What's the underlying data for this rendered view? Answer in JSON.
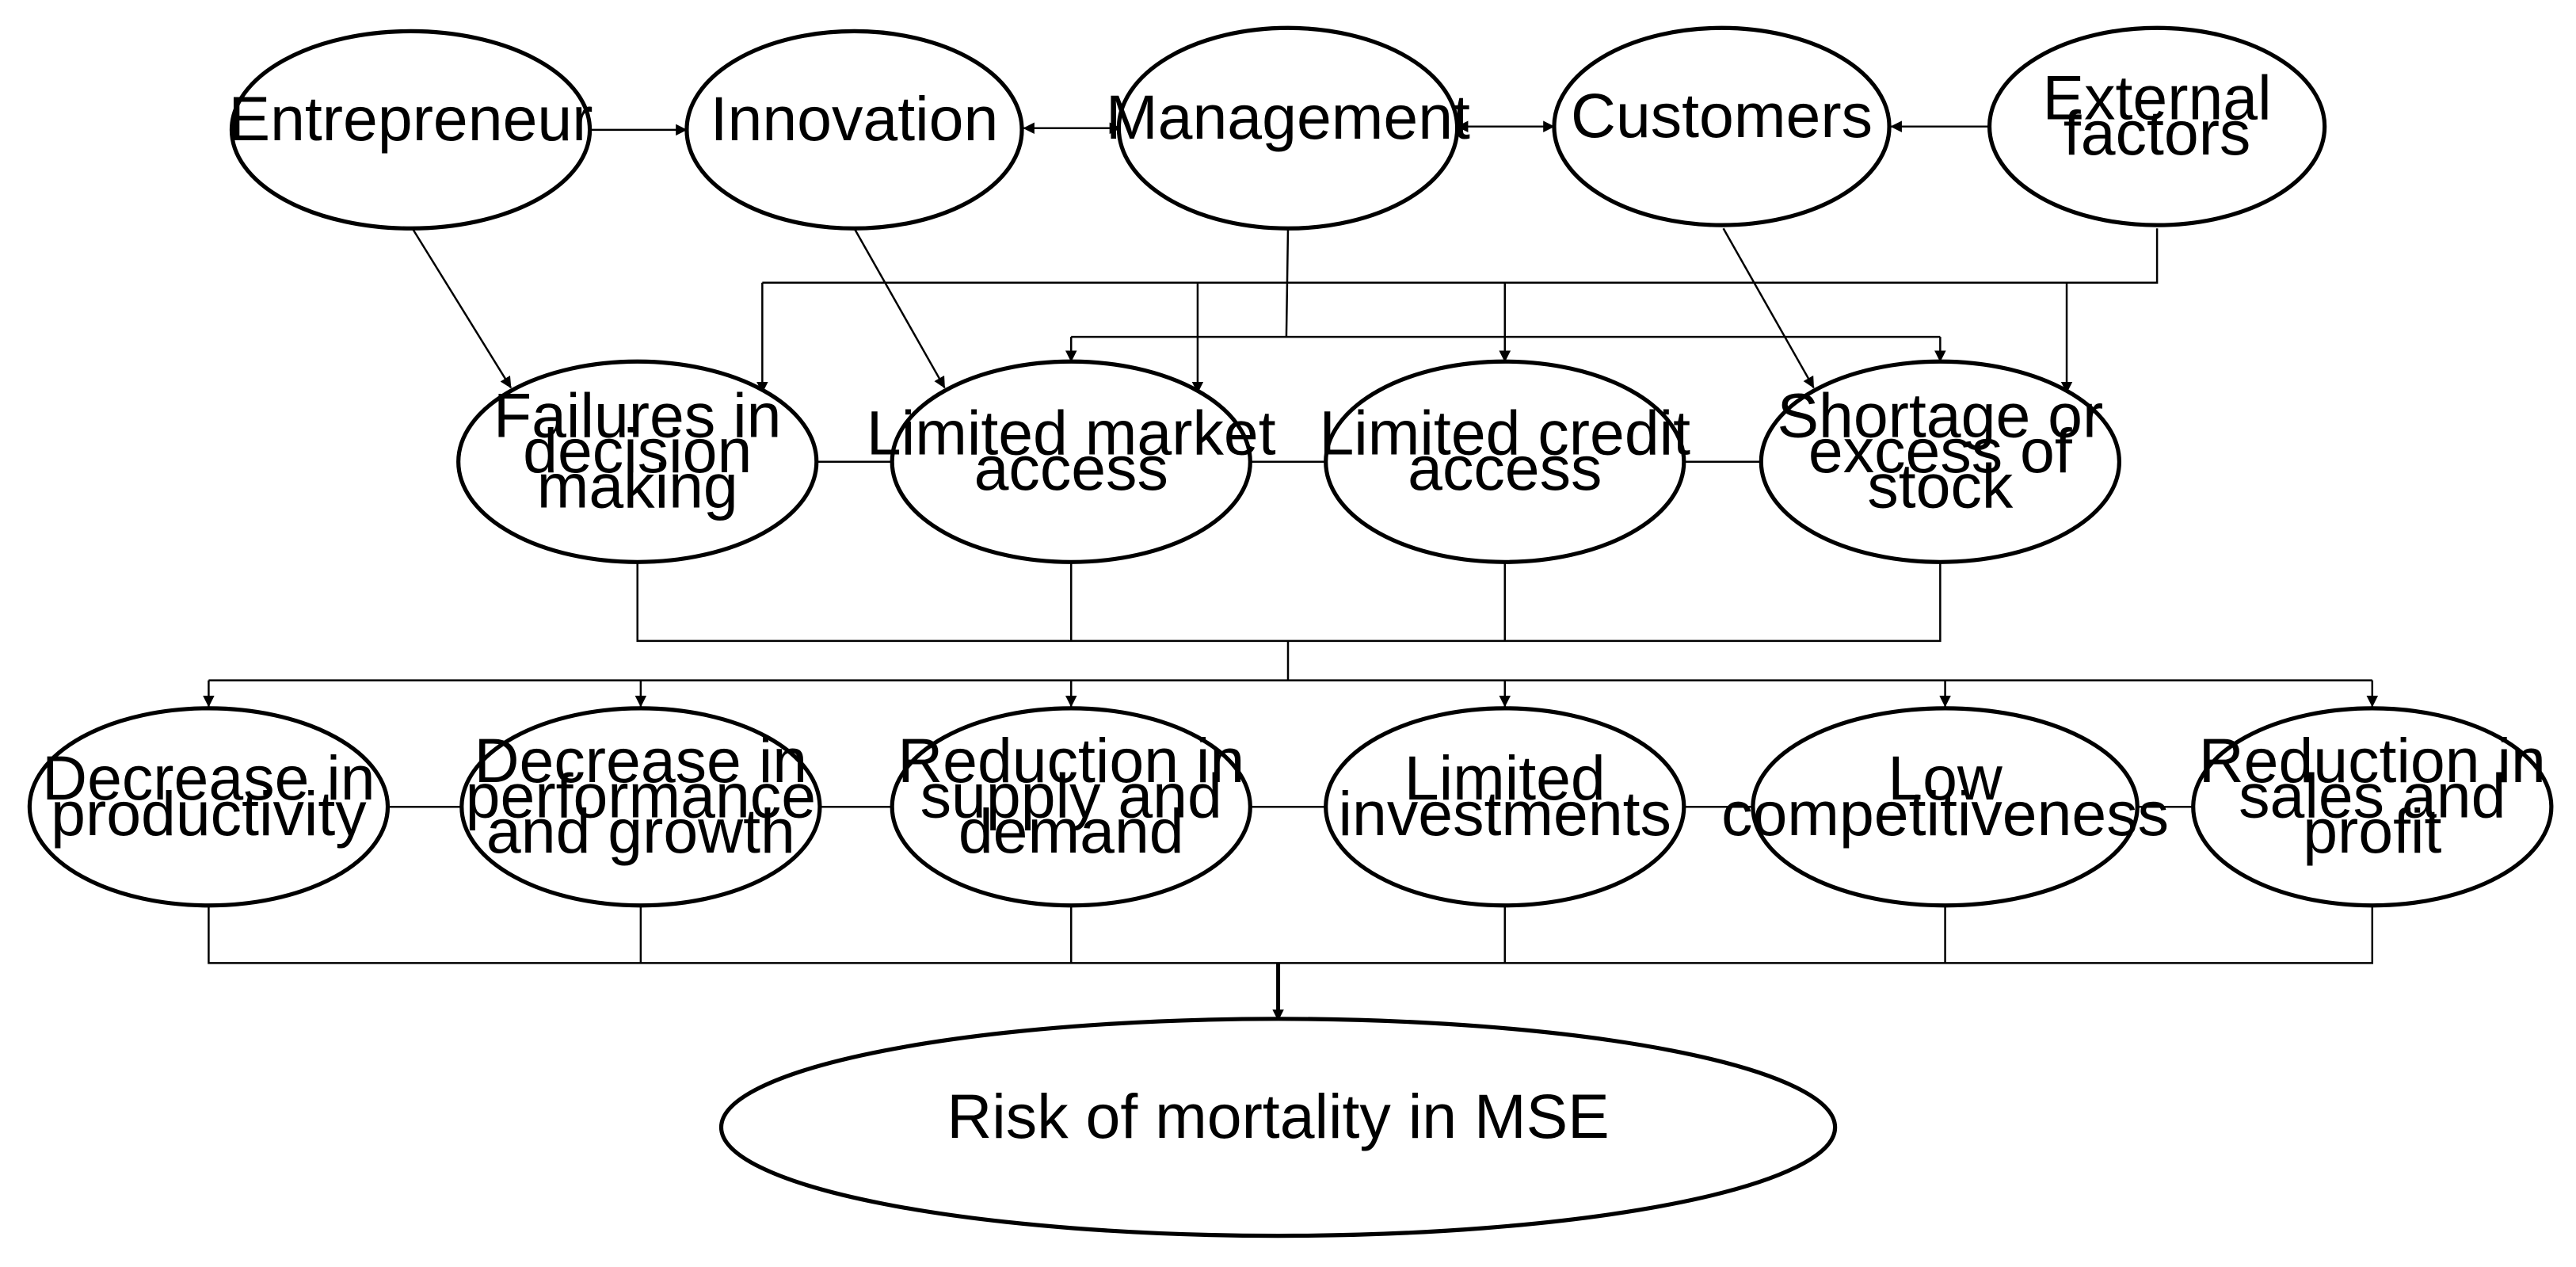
{
  "diagram": {
    "colors": {
      "stroke": "#000000",
      "fill": "#ffffff",
      "text": "#000000"
    },
    "nodes": {
      "entrepreneur": "Entrepreneur",
      "innovation": "Innovation",
      "management": "Management",
      "customers": "Customers",
      "external_factors": "External\nfactors",
      "failures_decision": "Failures in\ndecision\nmaking",
      "limited_market": "Limited market\naccess",
      "limited_credit": "Limited credit\naccess",
      "shortage_stock": "Shortage or\nexcess of\nstock",
      "decrease_productivity": "Decrease in\nproductivity",
      "decrease_performance": "Decrease in\nperformance\nand growth",
      "reduction_supply": "Reduction in\nsupply and\ndemand",
      "limited_investments": "Limited\ninvestments",
      "low_competitiveness": "Low\ncompetitiveness",
      "reduction_sales": "Reduction in\nsales and\nprofit",
      "risk_mortality": "Risk of mortality in MSE"
    }
  }
}
